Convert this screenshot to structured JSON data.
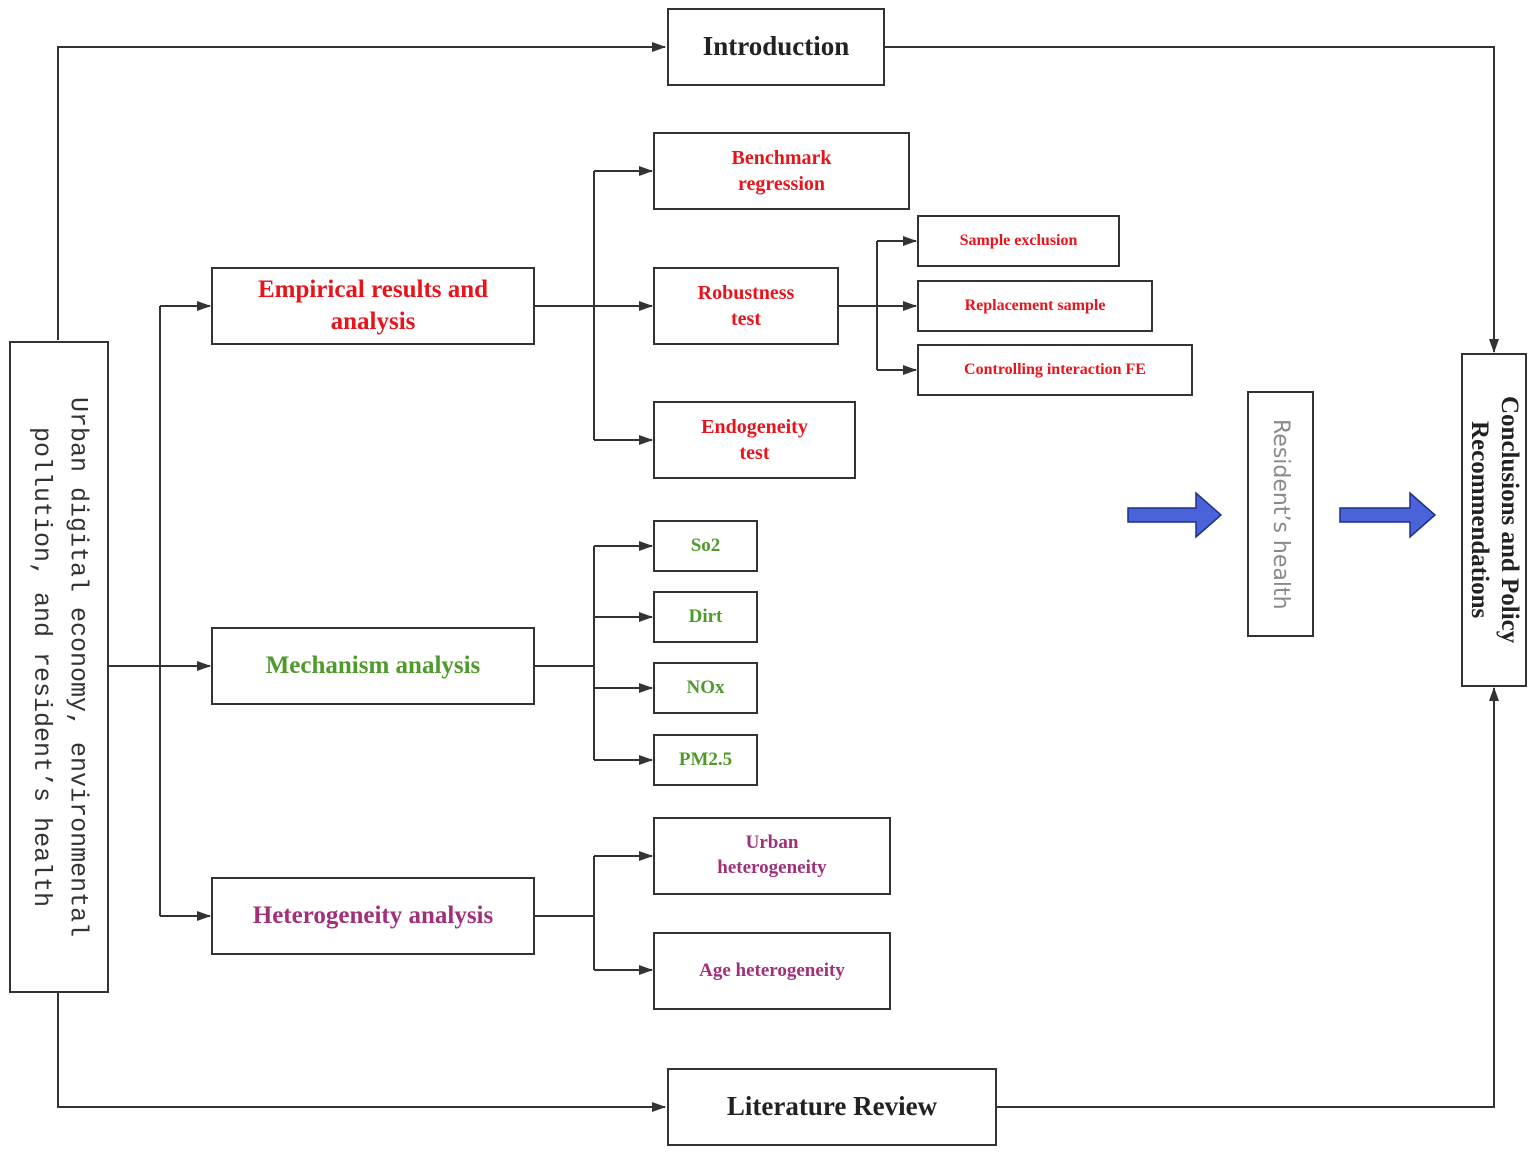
{
  "left": "Urban digital economy, environmental pollution, and resident’s health",
  "top": "Introduction",
  "bottom": "Literature Review",
  "right": "Conclusions and Policy Recommendations",
  "health": "Resident’s health",
  "empirical": {
    "title": "Empirical results and analysis",
    "items": [
      "Benchmark regression",
      "Robustness test",
      "Endogeneity test"
    ],
    "robust": [
      "Sample exclusion",
      "Replacement sample",
      "Controlling interaction FE"
    ]
  },
  "mechanism": {
    "title": "Mechanism analysis",
    "items": [
      "So2",
      "Dirt",
      "NOx",
      "PM2.5"
    ]
  },
  "hetero": {
    "title": "Heterogeneity analysis",
    "items": [
      "Urban heterogeneity",
      "Age heterogeneity"
    ]
  },
  "colors": {
    "red": "#e8141c",
    "green": "#4e9a2a",
    "purple": "#a0307a",
    "arrow": "#4a63d8"
  }
}
